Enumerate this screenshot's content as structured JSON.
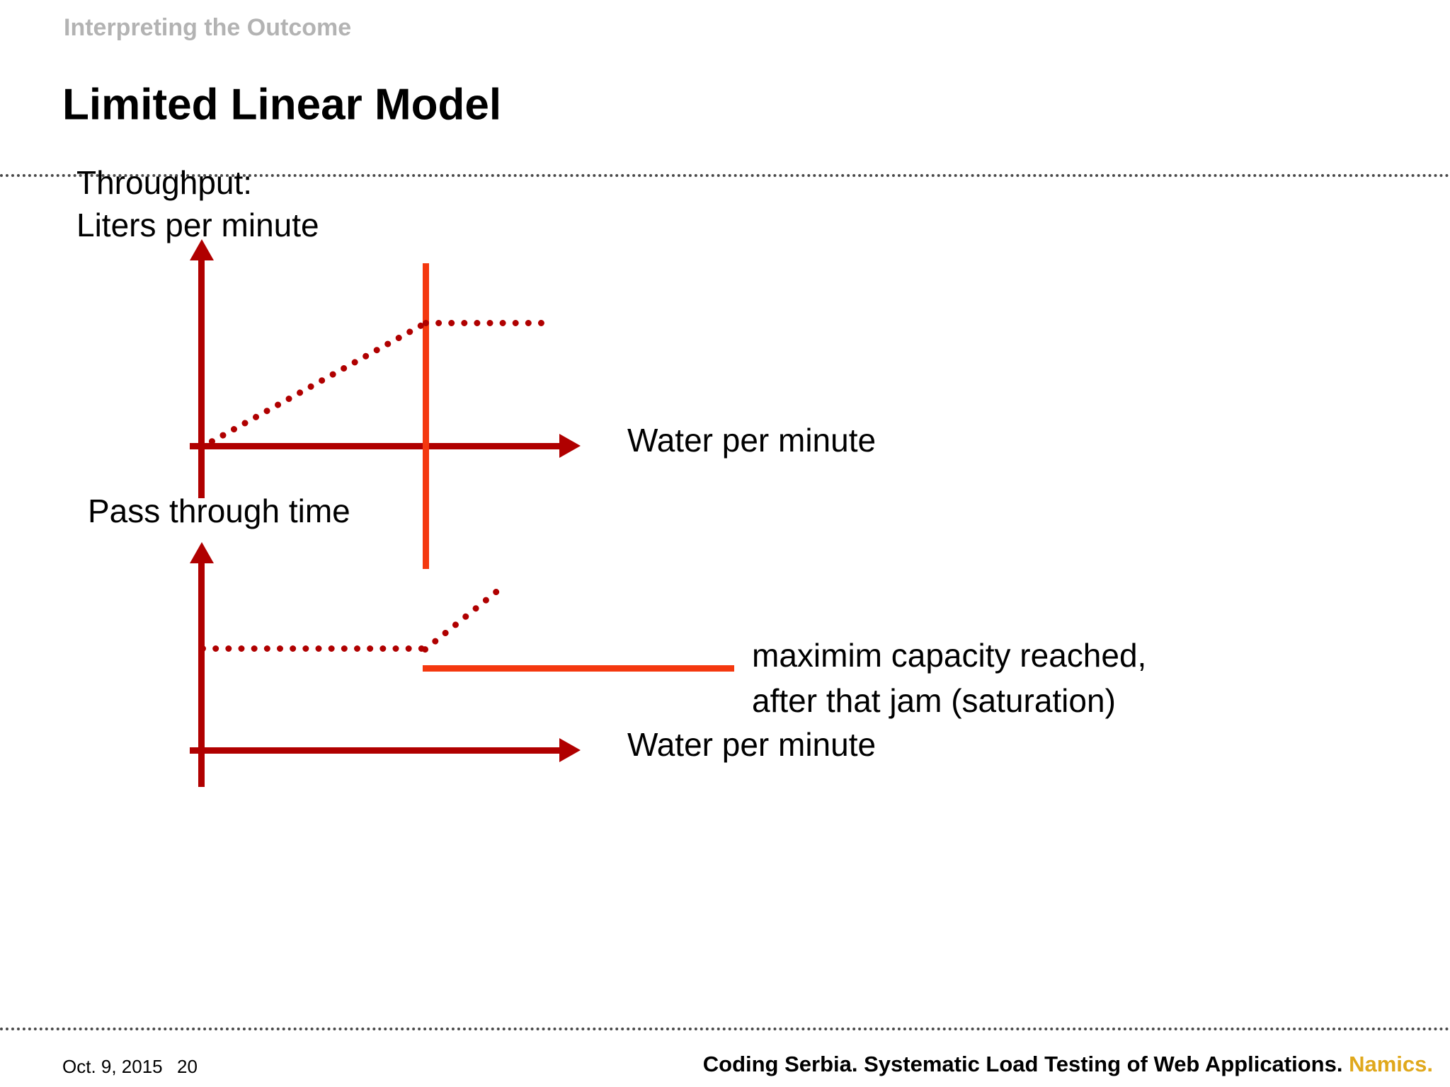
{
  "header": {
    "eyebrow": "Interpreting the Outcome",
    "title": "Limited Linear Model"
  },
  "footer": {
    "date": "Oct. 9, 2015",
    "page_number": "20",
    "conference_text": "Coding Serbia. Systematic Load Testing of Web Applications.",
    "brand": "Namics."
  },
  "colors": {
    "axis_red": "#b00000",
    "saturation_orange": "#f4380f",
    "eyebrow_grey": "#b3b3b3",
    "brand_gold": "#e0a81c",
    "divider_grey": "#4a4a4a"
  },
  "chart_data": [
    {
      "type": "line",
      "title": "Throughput vs Water per minute",
      "ylabel_line1": "Throughput:",
      "ylabel_line2": "Liters per minute",
      "xlabel": "Water per minute",
      "grid": false,
      "legend": "none",
      "xlim": [
        0,
        10
      ],
      "ylim": [
        0,
        10
      ],
      "series": [
        {
          "name": "throughput-rising",
          "style": "dotted",
          "color": "#b00000",
          "x": [
            0,
            4.6
          ],
          "y": [
            0,
            4.2
          ]
        },
        {
          "name": "throughput-plateau",
          "style": "dotted",
          "color": "#b00000",
          "x": [
            4.6,
            7.1
          ],
          "y": [
            4.2,
            4.2
          ]
        },
        {
          "name": "saturation-threshold",
          "style": "solid-vertical",
          "color": "#f4380f",
          "x": [
            4.6,
            4.6
          ],
          "y": [
            -1.0,
            6.8
          ]
        }
      ],
      "annotations": []
    },
    {
      "type": "line",
      "title": "Pass through time vs Water per minute",
      "ylabel_line1": "Pass through time",
      "ylabel_line2": "",
      "xlabel": "Water per minute",
      "grid": false,
      "legend": "none",
      "xlim": [
        0,
        10
      ],
      "ylim": [
        0,
        10
      ],
      "series": [
        {
          "name": "passthrough-flat",
          "style": "dotted",
          "color": "#b00000",
          "x": [
            0,
            4.6
          ],
          "y": [
            2.2,
            2.2
          ]
        },
        {
          "name": "passthrough-rising",
          "style": "dotted",
          "color": "#b00000",
          "x": [
            4.6,
            6.3
          ],
          "y": [
            2.2,
            3.6
          ]
        },
        {
          "name": "saturation-threshold",
          "style": "solid-elbow",
          "color": "#f4380f",
          "x": [
            4.6,
            9.1
          ],
          "y": [
            1.6,
            1.6
          ]
        }
      ],
      "annotations": [
        {
          "name": "max-capacity-note",
          "line1": "maximim capacity reached,",
          "line2": "after that jam (saturation)"
        }
      ]
    }
  ]
}
